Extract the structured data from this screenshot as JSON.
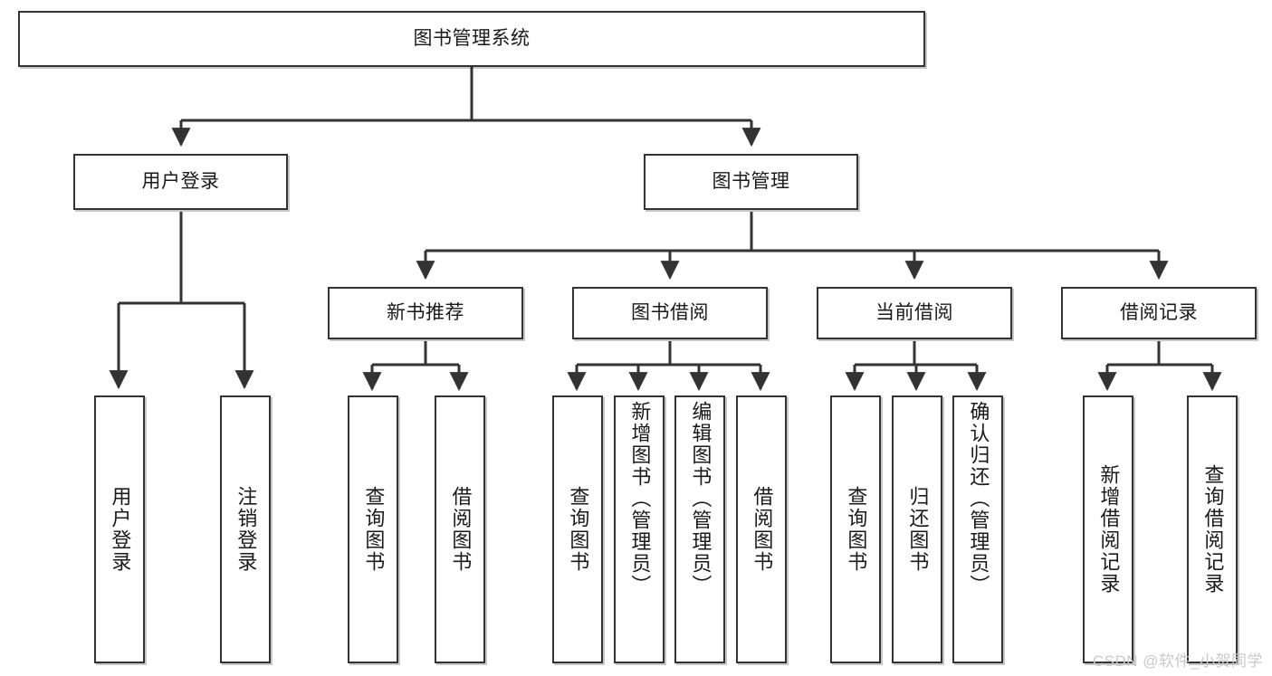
{
  "diagram": {
    "title": "图书管理系统",
    "watermark": "CSDN @软件_小贺同学",
    "colors": {
      "background": "#ffffff",
      "box_border": "#333333",
      "box_fill": "#ffffff",
      "connector": "#333333",
      "text": "#1a1a1a",
      "watermark": "#c9c9c9"
    },
    "levels": {
      "root": "图书管理系统",
      "level2": [
        "用户登录",
        "图书管理"
      ],
      "level3": [
        "新书推荐",
        "图书借阅",
        "当前借阅",
        "借阅记录"
      ]
    },
    "nodes": {
      "root": {
        "label": "图书管理系统"
      },
      "user_login": {
        "label": "用户登录"
      },
      "book_manage": {
        "label": "图书管理"
      },
      "new_book_rec": {
        "label": "新书推荐"
      },
      "book_borrow": {
        "label": "图书借阅"
      },
      "current_borrow": {
        "label": "当前借阅"
      },
      "borrow_record": {
        "label": "借阅记录"
      },
      "leaf_user_login": {
        "label": "用户登录"
      },
      "leaf_user_logout": {
        "label": "注销登录"
      },
      "leaf_query_book_1": {
        "label": "查询图书"
      },
      "leaf_borrow_book_1": {
        "label": "借阅图书"
      },
      "leaf_query_book_2": {
        "label": "查询图书"
      },
      "leaf_add_book": {
        "label": "新增图书（管理员）"
      },
      "leaf_edit_book": {
        "label": "编辑图书（管理员）"
      },
      "leaf_borrow_book_2": {
        "label": "借阅图书"
      },
      "leaf_query_book_3": {
        "label": "查询图书"
      },
      "leaf_return_book": {
        "label": "归还图书"
      },
      "leaf_confirm_return": {
        "label": "确认归还（管理员）"
      },
      "leaf_add_record": {
        "label": "新增借阅记录"
      },
      "leaf_query_record": {
        "label": "查询借阅记录"
      }
    },
    "edges": [
      {
        "from": "root",
        "to": "user_login"
      },
      {
        "from": "root",
        "to": "book_manage"
      },
      {
        "from": "user_login",
        "to": "leaf_user_login"
      },
      {
        "from": "user_login",
        "to": "leaf_user_logout"
      },
      {
        "from": "book_manage",
        "to": "new_book_rec"
      },
      {
        "from": "book_manage",
        "to": "book_borrow"
      },
      {
        "from": "book_manage",
        "to": "current_borrow"
      },
      {
        "from": "book_manage",
        "to": "borrow_record"
      },
      {
        "from": "new_book_rec",
        "to": "leaf_query_book_1"
      },
      {
        "from": "new_book_rec",
        "to": "leaf_borrow_book_1"
      },
      {
        "from": "book_borrow",
        "to": "leaf_query_book_2"
      },
      {
        "from": "book_borrow",
        "to": "leaf_add_book"
      },
      {
        "from": "book_borrow",
        "to": "leaf_edit_book"
      },
      {
        "from": "book_borrow",
        "to": "leaf_borrow_book_2"
      },
      {
        "from": "current_borrow",
        "to": "leaf_query_book_3"
      },
      {
        "from": "current_borrow",
        "to": "leaf_return_book"
      },
      {
        "from": "current_borrow",
        "to": "leaf_confirm_return"
      },
      {
        "from": "borrow_record",
        "to": "leaf_add_record"
      },
      {
        "from": "borrow_record",
        "to": "leaf_query_record"
      }
    ]
  }
}
